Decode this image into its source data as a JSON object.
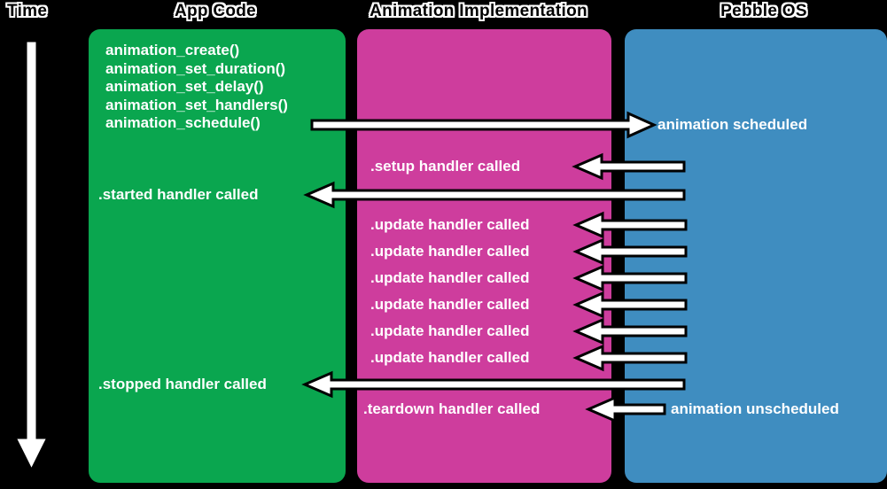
{
  "headers": {
    "time": "Time",
    "app_code": "App Code",
    "animation_implementation": "Animation Implementation",
    "pebble_os": "Pebble OS"
  },
  "colors": {
    "background": "#000000",
    "app_code_column": "#0aa64f",
    "animation_implementation_column": "#ce3d9d",
    "pebble_os_column": "#3f8dc0",
    "label_text": "#ffffff",
    "header_text": "#000000",
    "header_outline": "#ffffff",
    "arrow_fill": "#ffffff",
    "arrow_outline": "#000000"
  },
  "app_code": {
    "calls": [
      "animation_create()",
      "animation_set_duration()",
      "animation_set_delay()",
      "animation_set_handlers()",
      "animation_schedule()"
    ],
    "started_label": ".started handler called",
    "stopped_label": ".stopped handler called"
  },
  "animation_implementation": {
    "setup_label": ".setup handler called",
    "update_labels": [
      ".update handler called",
      ".update handler called",
      ".update handler called",
      ".update handler called",
      ".update handler called",
      ".update handler called"
    ],
    "teardown_label": ".teardown handler called"
  },
  "pebble_os": {
    "scheduled_label": "animation scheduled",
    "unscheduled_label": "animation unscheduled"
  }
}
